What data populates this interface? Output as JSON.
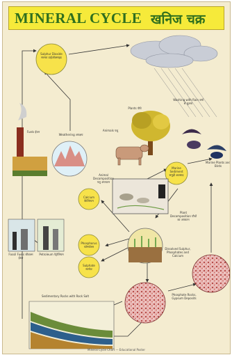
{
  "title": {
    "english": "MINERAL CYCLE",
    "hindi": "खनिज चक्र"
  },
  "labels": {
    "sulphur_dioxide": "Sulphur Dioxide सल्फर डाईऑक्साइड",
    "rain": "Washing with Rain वर्षा से धुलना",
    "plants": "Plants पौधे",
    "animals": "Animals पशु",
    "weathering": "Weathering अपक्षय",
    "fuels": "Fuels ईंधन",
    "animal_decomposition": "Animal Decomposition पशु अपघटन",
    "marine_sediment": "Marine Sediment समुद्री अवसाद",
    "marine_plants": "Marine Plants and Birds",
    "plant_decomposition": "Plant Decomposition पौधों का अपघटन",
    "calcium": "Calcium कैल्शियम",
    "phosphorus": "Phosphorus फॉस्फोरस",
    "sulphate": "Sulphate सल्फेट",
    "dissolved_minerals": "Dissolved Sulphur, Phosphates and Calcium",
    "fossil_fuels": "Fossil Fuels जीवाश्म ईंधन",
    "petroleum": "Petroleum पेट्रोलियम",
    "sedimentary_rocks": "Sedimentary Rocks with Rock Salt",
    "phosphate_rocks": "Phosphate Rocks, Gypsum Deposits"
  },
  "footer": "Mineral Cycle Chart — Educational Poster"
}
